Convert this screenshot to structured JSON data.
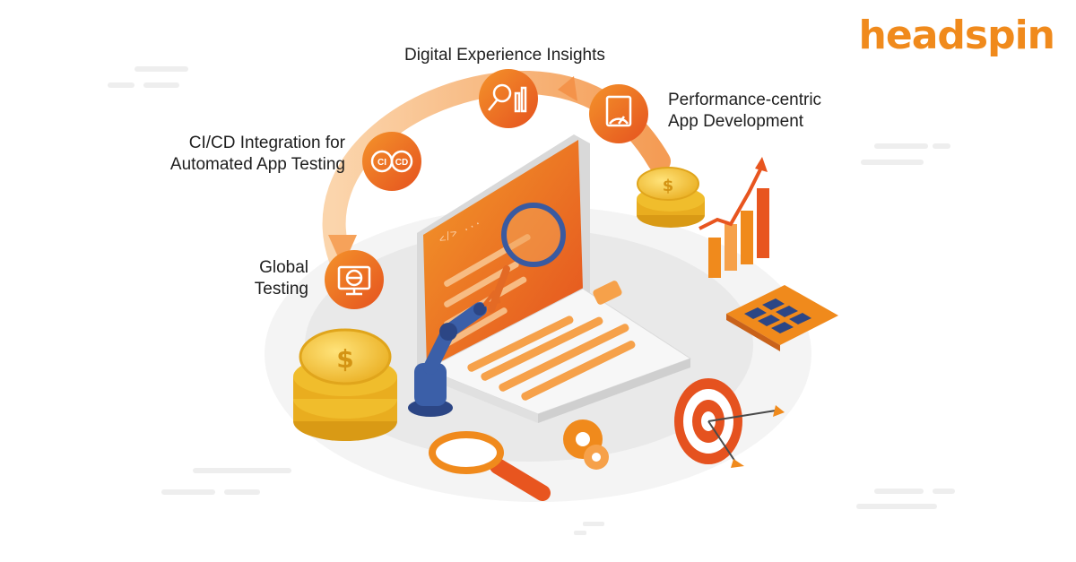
{
  "brand": {
    "name": "headspin",
    "color": "#f08a1c"
  },
  "labels": {
    "digital_experience": "Digital Experience Insights",
    "performance_line1": "Performance-centric",
    "performance_line2": "App Development",
    "cicd_line1": "CI/CD Integration for",
    "cicd_line2": "Automated App Testing",
    "global_line1": "Global",
    "global_line2": "Testing"
  },
  "badges": {
    "ci": "CI",
    "cd": "CD"
  },
  "code_tag": "</> ...",
  "icons": [
    "analytics-icon",
    "gauge-doc-icon",
    "ci-cd-icon",
    "globe-monitor-icon"
  ],
  "colors": {
    "accent": "#f08a1c",
    "accent_dark": "#e8551f",
    "coin": "#f2c432",
    "robot": "#3b5fa8"
  }
}
